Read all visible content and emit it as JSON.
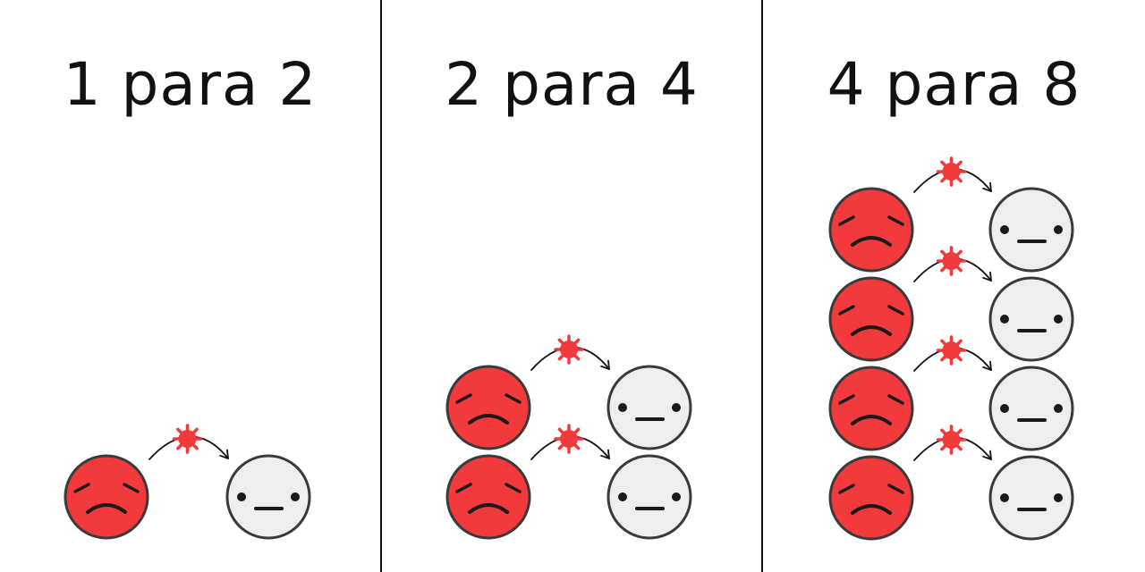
{
  "colors": {
    "infected": "#f2393b",
    "healthy": "#eeeeee",
    "outline": "#3a3a3a",
    "virus": "#f2393b",
    "divider": "#111111"
  },
  "icons": [
    "sad-infected-face-icon",
    "neutral-healthy-face-icon",
    "virus-icon",
    "curved-arrow-icon"
  ],
  "panels": [
    {
      "title": "1 para 2",
      "infected": 1,
      "healthy": 1
    },
    {
      "title": "2 para 4",
      "infected": 2,
      "healthy": 2
    },
    {
      "title": "4 para 8",
      "infected": 4,
      "healthy": 4
    }
  ]
}
